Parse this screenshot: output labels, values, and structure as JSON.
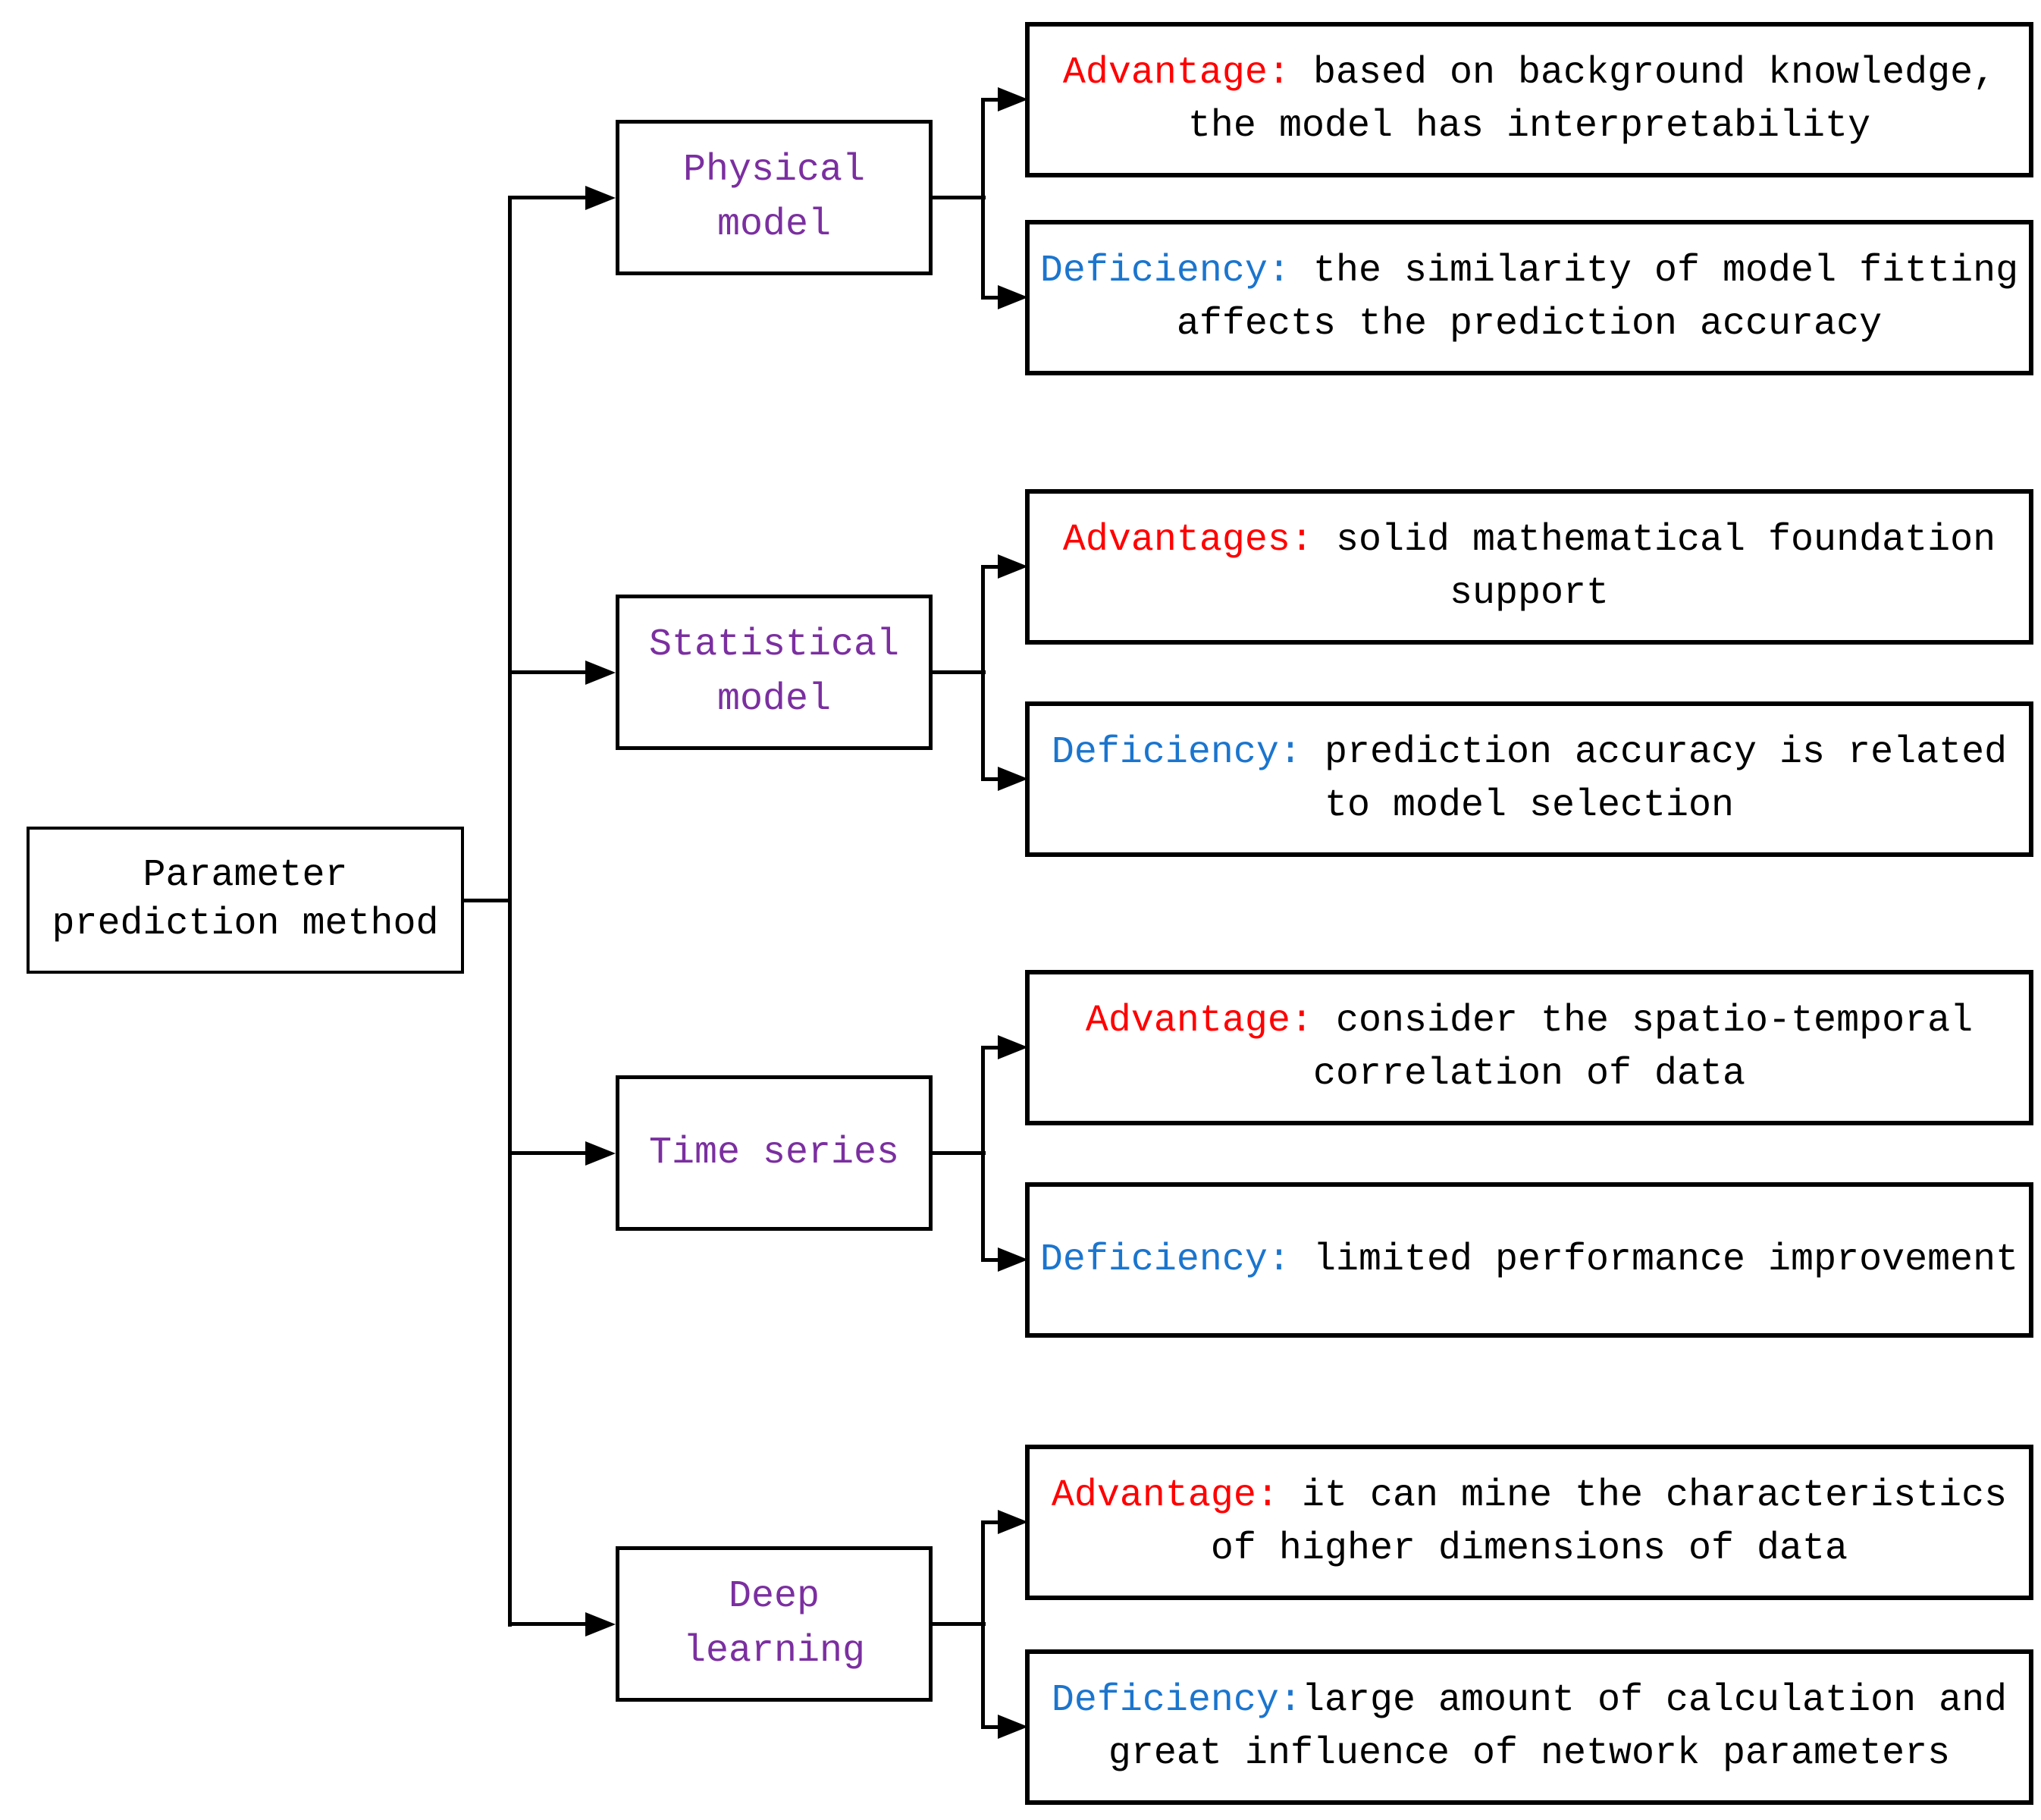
{
  "root": {
    "label": "Parameter prediction method"
  },
  "branches": [
    {
      "name": "Physical model",
      "advantage": {
        "label": "Advantage:",
        "text": " based on background knowledge, the model has interpretability"
      },
      "deficiency": {
        "label": "Deficiency:",
        "text": " the similarity of model fitting affects the prediction accuracy"
      }
    },
    {
      "name": "Statistical model",
      "advantage": {
        "label": "Advantages:",
        "text": " solid mathematical foundation support"
      },
      "deficiency": {
        "label": "Deficiency:",
        "text": " prediction accuracy is related to model selection"
      }
    },
    {
      "name": "Time series",
      "advantage": {
        "label": "Advantage:",
        "text": " consider the spatio-temporal correlation of data"
      },
      "deficiency": {
        "label": "Deficiency:",
        "text": " limited performance improvement"
      }
    },
    {
      "name": "Deep learning",
      "advantage": {
        "label": "Advantage:",
        "text": " it can mine the characteristics of higher dimensions of data"
      },
      "deficiency": {
        "label": "Deficiency:",
        "text": "large amount of calculation and great influence of network parameters"
      }
    }
  ],
  "colors": {
    "advantage_label": "#FF0000",
    "deficiency_label": "#1B75CE",
    "branch_text": "#7B2FA0",
    "line": "#000000"
  }
}
